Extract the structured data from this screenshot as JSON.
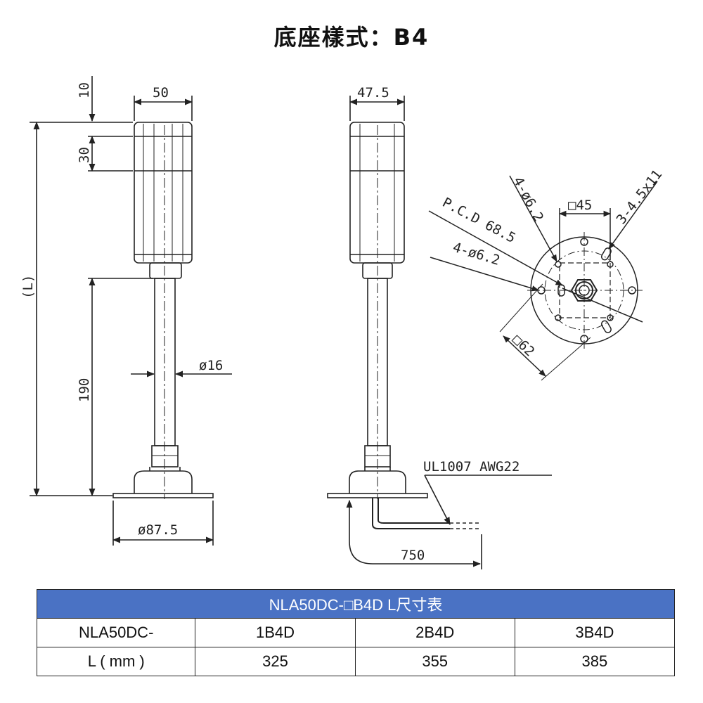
{
  "title": "底座樣式：B4",
  "drawing": {
    "front_view": {
      "dim_top_cap": "10",
      "dim_tier": "30",
      "dim_width": "50",
      "dim_overall": "(L)",
      "dim_pole_height": "190",
      "dim_pole_diameter": "ø16",
      "dim_base_diameter": "ø87.5"
    },
    "side_view": {
      "dim_width": "47.5",
      "cable_label": "UL1007 AWG22",
      "dim_cable_length": "750"
    },
    "bottom_view": {
      "dim_mount_holes": "4-ø6.2",
      "dim_square_inner": "□45",
      "dim_slots": "3-4.5x11",
      "dim_pcd": "P.C.D 68.5",
      "dim_holes_2": "4-ø6.2",
      "dim_square_outer": "□62"
    }
  },
  "table": {
    "header": "NLA50DC-□B4D L尺寸表",
    "rows": [
      [
        "NLA50DC-",
        "1B4D",
        "2B4D",
        "3B4D"
      ],
      [
        "L ( mm )",
        "325",
        "355",
        "385"
      ]
    ]
  }
}
